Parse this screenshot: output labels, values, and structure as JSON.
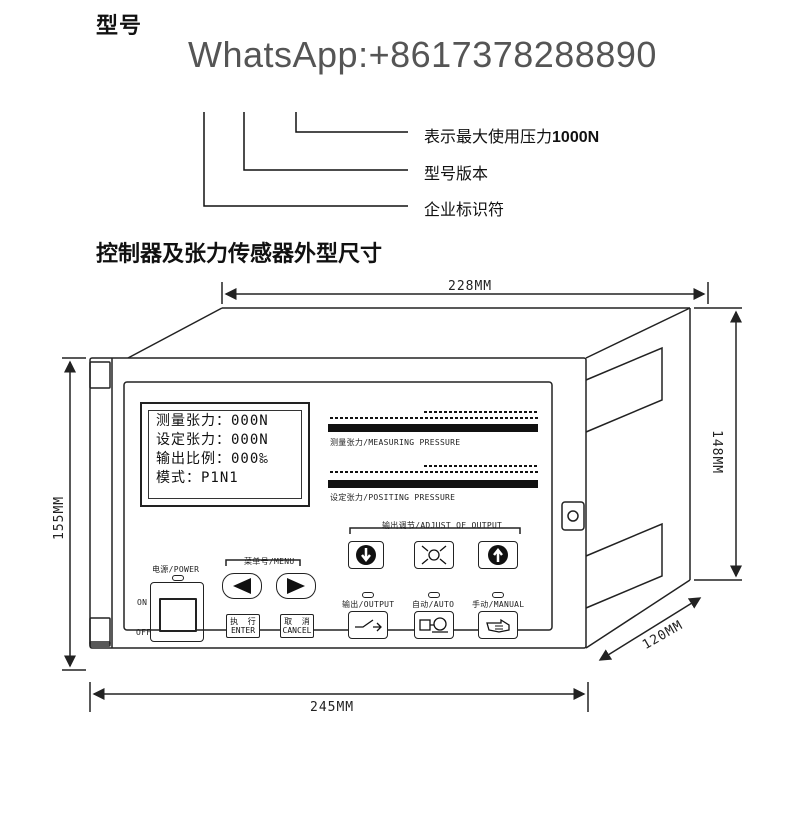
{
  "header": {
    "model_label": "型号",
    "watermark": "WhatsApp:+8617378288890"
  },
  "callouts": [
    {
      "text": "表示最大使用压力",
      "bold": "1000N"
    },
    {
      "text": "型号版本",
      "bold": ""
    },
    {
      "text": "企业标识符",
      "bold": ""
    }
  ],
  "section_title": "控制器及张力传感器外型尺寸",
  "dimensions": {
    "depth_top": "228MM",
    "height_left": "155MM",
    "height_right": "148MM",
    "depth_side": "120MM",
    "width_bottom": "245MM"
  },
  "lcd": {
    "lines": [
      "测量张力：000N",
      "设定张力：000N",
      "输出比例：000‰",
      "模式：P1N1"
    ]
  },
  "bars": {
    "measuring_label": "测量张力/MEASURING PRESSURE",
    "positing_label": "设定张力/POSITING PRESSURE"
  },
  "adjust": {
    "label": "输出调节/ADJUST OF OUTPUT",
    "buttons": [
      "down-icon",
      "auto-adjust-icon",
      "up-icon"
    ]
  },
  "power": {
    "label": "电源/POWER",
    "on": "ON",
    "off": "OFF"
  },
  "menu": {
    "label": "菜单号/MENU",
    "left_icon": "left-arrow-icon",
    "right_icon": "right-arrow-icon"
  },
  "enter_button": "执  行\nENTER",
  "cancel_button": "取  消\nCANCEL",
  "modes": {
    "output_label": "输出/OUTPUT",
    "auto_label": "自动/AUTO",
    "manual_label": "手动/MANUAL"
  }
}
